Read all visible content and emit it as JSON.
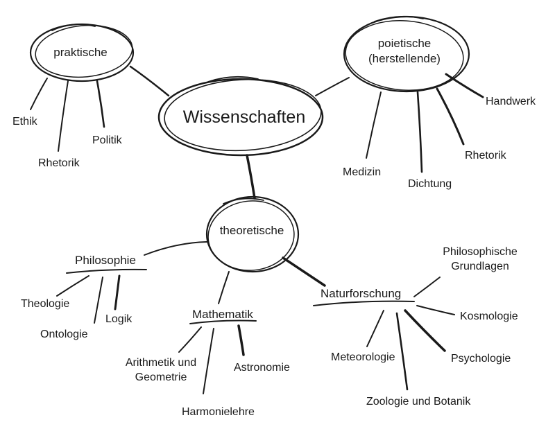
{
  "nodes": {
    "wissenschaften": {
      "label": "Wissenschaften"
    },
    "praktische": {
      "label": "praktische"
    },
    "poietische": {
      "line1": "poietische",
      "line2": "(herstellende)"
    },
    "theoretische": {
      "label": "theoretische"
    }
  },
  "praktische_children": {
    "ethik": {
      "label": "Ethik"
    },
    "rhetorik": {
      "label": "Rhetorik"
    },
    "politik": {
      "label": "Politik"
    }
  },
  "poietische_children": {
    "handwerk": {
      "label": "Handwerk"
    },
    "rhetorik": {
      "label": "Rhetorik"
    },
    "dichtung": {
      "label": "Dichtung"
    },
    "medizin": {
      "label": "Medizin"
    }
  },
  "theoretische_children": {
    "philosophie": {
      "label": "Philosophie"
    },
    "mathematik": {
      "label": "Mathematik"
    },
    "naturforschung": {
      "label": "Naturforschung"
    }
  },
  "philosophie_children": {
    "theologie": {
      "label": "Theologie"
    },
    "ontologie": {
      "label": "Ontologie"
    },
    "logik": {
      "label": "Logik"
    }
  },
  "mathematik_children": {
    "arithmetik_geometrie": {
      "line1": "Arithmetik und",
      "line2": "Geometrie"
    },
    "astronomie": {
      "label": "Astronomie"
    },
    "harmonielehre": {
      "label": "Harmonielehre"
    }
  },
  "naturforschung_children": {
    "philosophische_grundlagen": {
      "line1": "Philosophische",
      "line2": "Grundlagen"
    },
    "kosmologie": {
      "label": "Kosmologie"
    },
    "psychologie": {
      "label": "Psychologie"
    },
    "meteorologie": {
      "label": "Meteorologie"
    },
    "zoologie_botanik": {
      "label": "Zoologie und Botanik"
    }
  },
  "colors": {
    "stroke": "#1a1a1a",
    "background": "#ffffff",
    "text": "#1a1a1a"
  }
}
